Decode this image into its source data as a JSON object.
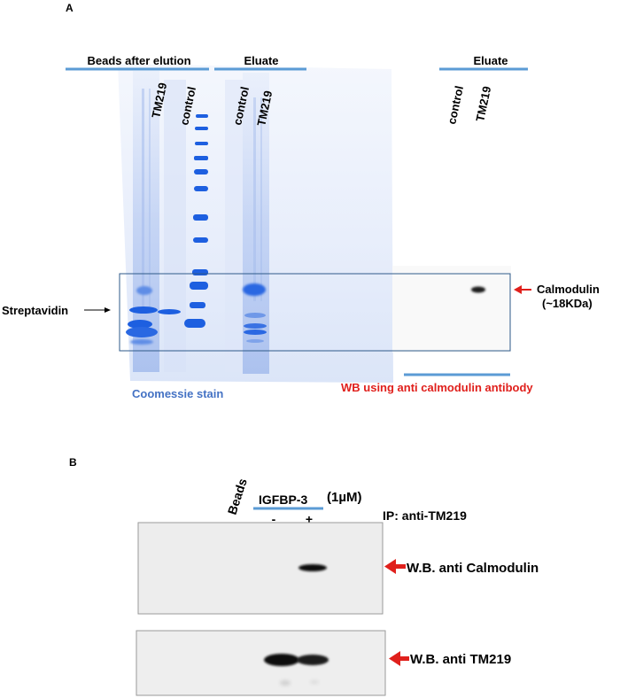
{
  "panel_a": {
    "letter": "A",
    "beads_header": "Beads after elution",
    "eluate_header_gel": "Eluate",
    "eluate_header_wb": "Eluate",
    "lanes_gel": [
      "TM219",
      "control",
      "control",
      "TM219"
    ],
    "lanes_wb": [
      "control",
      "TM219"
    ],
    "streptavidin_label": "Streptavidin",
    "calmodulin_label": "Calmodulin",
    "calmodulin_size": "(~18KDa)",
    "coomassie_caption": "Coomessie stain",
    "wb_caption": "WB using anti calmodulin antibody",
    "colors": {
      "header_line": "#5b9bd5",
      "caption_blue": "#4472c4",
      "caption_red": "#e0201c",
      "arrow_red": "#e0201c",
      "gel_blue": "#1d5fe0",
      "box": "#2e5a8a"
    }
  },
  "panel_b": {
    "letter": "B",
    "beads_label": "Beads",
    "igfbp_label": "IGFBP-3",
    "concentration": "(1µM)",
    "minus": "-",
    "plus": "+",
    "ip_label": "IP: anti-TM219",
    "wb_calmodulin": "W.B. anti Calmodulin",
    "wb_tm219": "W.B. anti TM219"
  }
}
